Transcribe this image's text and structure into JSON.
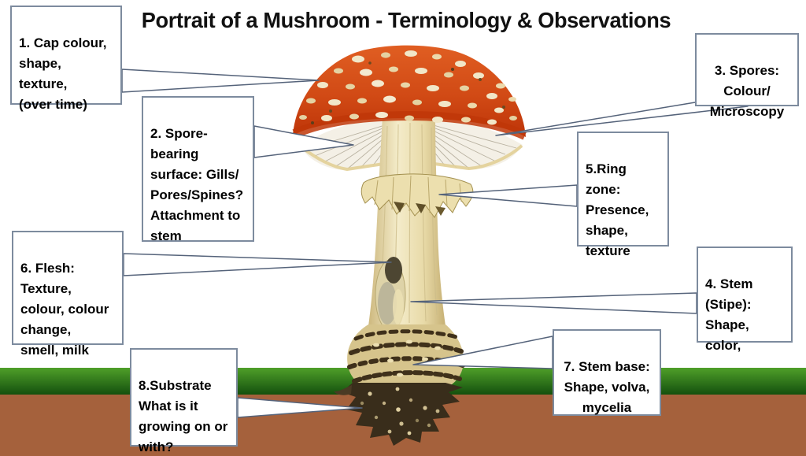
{
  "title": "Portrait of a Mushroom - Terminology & Observations",
  "callouts": [
    {
      "id": 1,
      "target": "cap",
      "text": "1. Cap colour,\nshape,\ntexture,\n(over time)"
    },
    {
      "id": 2,
      "target": "spore-bearing-surface",
      "text": "2. Spore-\nbearing\nsurface: Gills/\nPores/Spines?\nAttachment to\nstem"
    },
    {
      "id": 3,
      "target": "spores",
      "text": "3. Spores:\nColour/\nMicroscopy"
    },
    {
      "id": 4,
      "target": "stem",
      "text": "4. Stem\n(Stipe):\nShape,\ncolor,"
    },
    {
      "id": 5,
      "target": "ring-zone",
      "text": "5.Ring zone:\nPresence,\nshape,\ntexture"
    },
    {
      "id": 6,
      "target": "flesh",
      "text": "6. Flesh:\nTexture,\ncolour, colour\nchange,\nsmell, milk"
    },
    {
      "id": 7,
      "target": "stem-base",
      "text": "7. Stem base:\nShape, volva,\nmycelia"
    },
    {
      "id": 8,
      "target": "substrate",
      "text": "8.Substrate\nWhat is it\ngrowing on or\nwith?"
    }
  ],
  "illustration": {
    "subject": "fly agaric mushroom (red cap with white warts), cut-away stem, bulbous base in soil"
  },
  "colors": {
    "cap_top": "#e05e22",
    "cap_mid": "#d14a15",
    "cap_bottom": "#bd3408",
    "cap_rim_band": "#bf3708",
    "wart_cream": "#eeddb4",
    "gill_white": "#f4f0e6",
    "stem_ivory": "#f2e9c6",
    "ring_cream": "#ecdfae",
    "bulb_tan": "#d6c48c",
    "scale_brown": "#3f301a",
    "underground_dark": "#39two",
    "grass_top": "#4f9f29",
    "grass_bottom": "#14500e",
    "soil": "#a5613c",
    "box_border": "#7d8b9e",
    "leader_line": "#55637a",
    "title_color": "#111111"
  }
}
